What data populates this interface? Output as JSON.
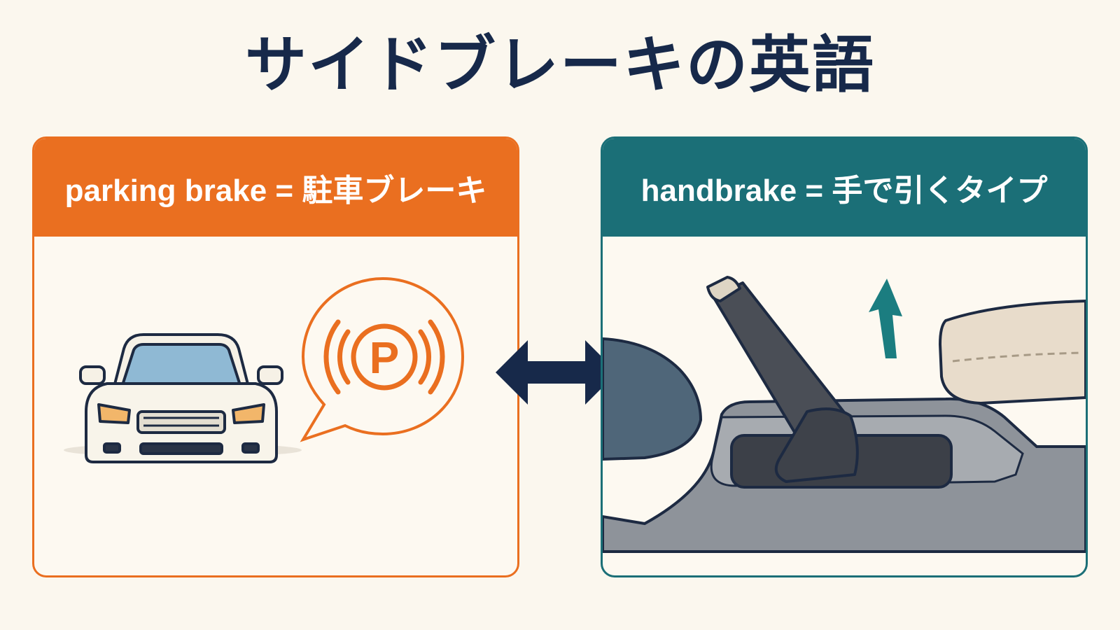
{
  "title": "サイドブレーキの英語",
  "left_card": {
    "header": "parking brake = 駐車ブレーキ",
    "color": "#ea6f20",
    "illustration": [
      "car-front",
      "parking-brake-warning-bubble"
    ],
    "sign_letter": "P"
  },
  "right_card": {
    "header": "handbrake = 手で引くタイプ",
    "color": "#1b6f77",
    "illustration": [
      "handbrake-lever",
      "up-arrow",
      "armrest",
      "center-console"
    ]
  },
  "connector": {
    "icon": "double-arrow-icon",
    "color": "#17294a"
  }
}
